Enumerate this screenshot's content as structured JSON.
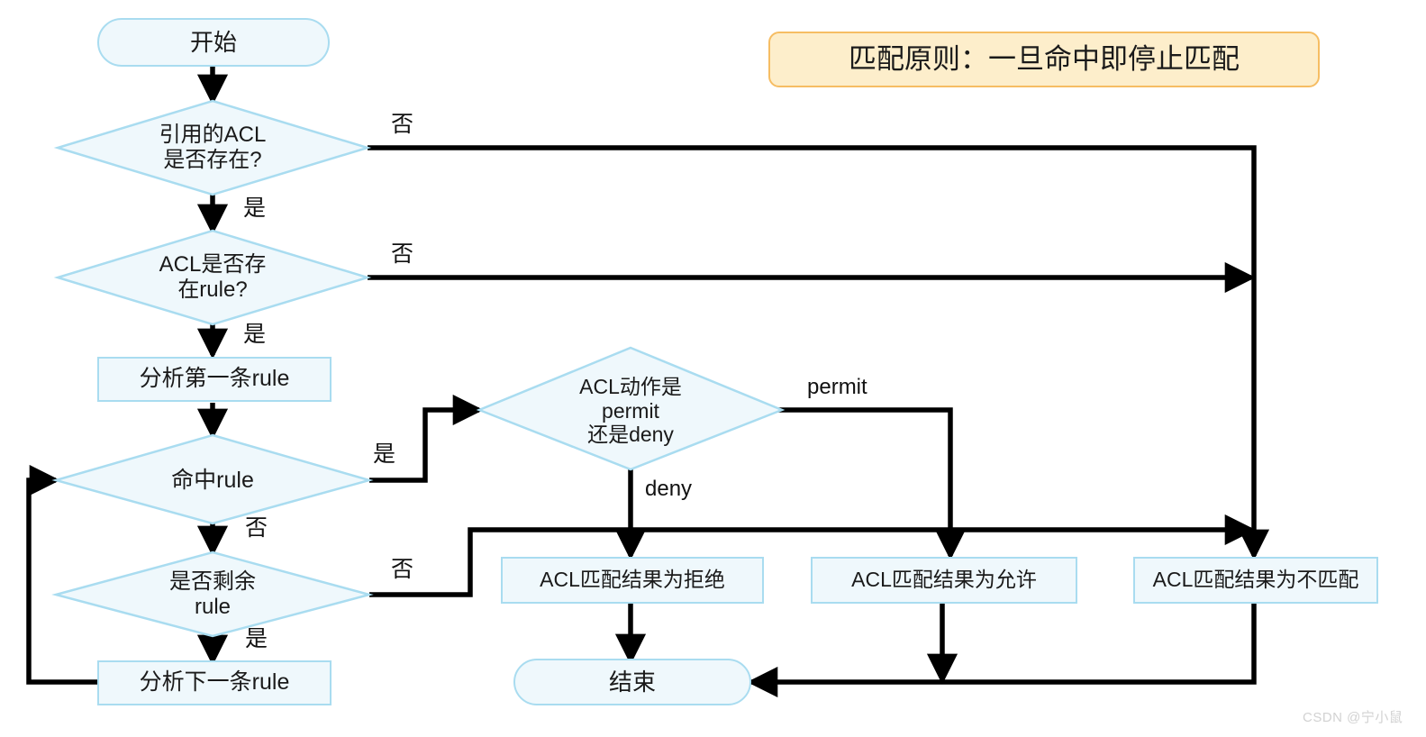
{
  "diagram": {
    "title_banner": "匹配原则：一旦命中即停止匹配",
    "watermark": "CSDN @宁小鼠",
    "palette": {
      "node_fill": "#eff8fc",
      "node_border": "#a9dcf0",
      "banner_fill": "#fdeecb",
      "banner_border": "#f6bd63",
      "connector": "#000000",
      "text": "#1a1a1a",
      "watermark": "#d2d2d2"
    },
    "nodes": {
      "start": "开始",
      "d_acl_exists": "引用的ACL\n是否存在?",
      "d_rule_exists": "ACL是否存\n在rule?",
      "p_first_rule": "分析第一条rule",
      "d_hit_rule": "命中rule",
      "d_remaining_rule": "是否剩余\nrule",
      "p_next_rule": "分析下一条rule",
      "d_action": "ACL动作是\npermit\n还是deny",
      "r_deny": "ACL匹配结果为拒绝",
      "r_permit": "ACL匹配结果为允许",
      "r_nomatch": "ACL匹配结果为不匹配",
      "end": "结束"
    },
    "node_lines": {
      "d_acl_exists": [
        "引用的ACL",
        "是否存在?"
      ],
      "d_rule_exists": [
        "ACL是否存",
        "在rule?"
      ],
      "d_remaining_rule": [
        "是否剩余",
        "rule"
      ],
      "d_action": [
        "ACL动作是",
        "permit",
        "还是deny"
      ]
    },
    "edge_labels": {
      "acl_exists_no": "否",
      "acl_exists_yes": "是",
      "rule_exists_no": "否",
      "rule_exists_yes": "是",
      "hit_rule_yes": "是",
      "hit_rule_no": "否",
      "remaining_no": "否",
      "remaining_yes": "是",
      "action_permit": "permit",
      "action_deny": "deny"
    }
  }
}
